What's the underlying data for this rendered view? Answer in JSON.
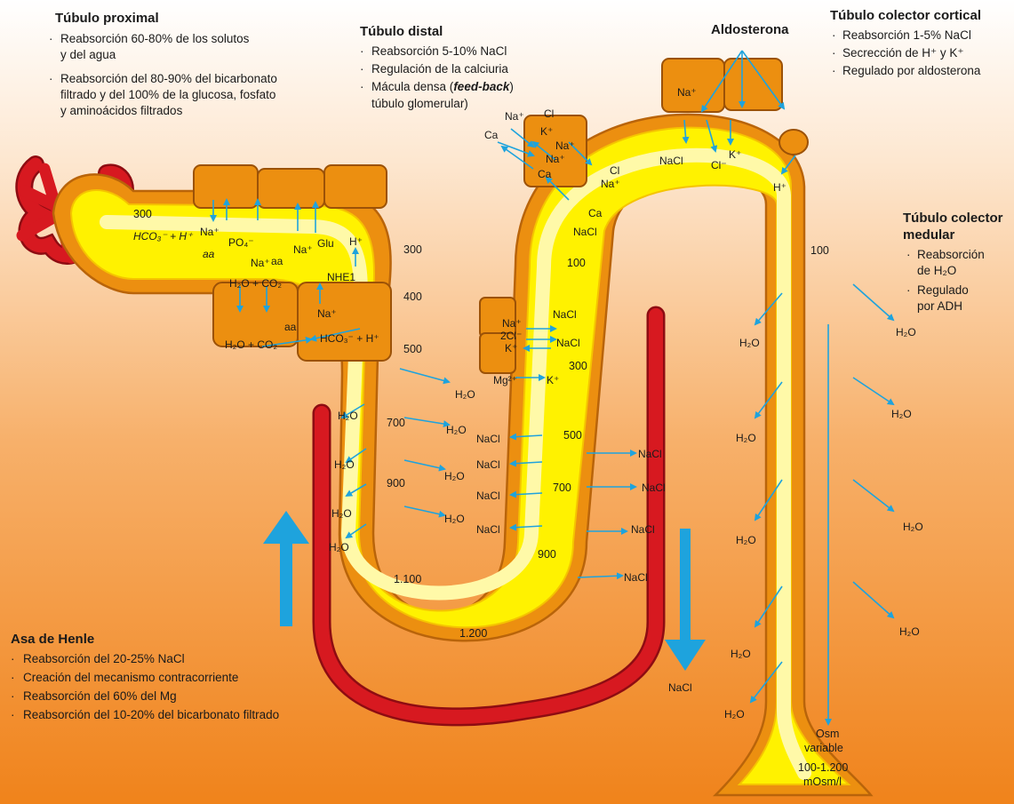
{
  "colors": {
    "tube_fill": "#fff200",
    "tube_border": "#ef8a0c",
    "cells": "#ec8f10",
    "vessel": "#d71920",
    "arrow": "#1ea3dd",
    "bg_bottom": "#f0831b"
  },
  "proximal": {
    "title": "Túbulo proximal",
    "b1a": "Reabsorción 60-80% de los solutos",
    "b1b": "y del agua",
    "b2a": "Reabsorción del 80-90% del bicarbonato",
    "b2b": "filtrado y del 100% de la glucosa, fosfato",
    "b2c": "y aminoácidos filtrados"
  },
  "distal": {
    "title": "Túbulo distal",
    "b1": "Reabsorción 5-10% NaCl",
    "b2": "Regulación de la calciuria",
    "b3_plain": "Mácula densa (",
    "b3_italic": "feed-back",
    "b3b": "túbulo glomerular)"
  },
  "aldosterone": {
    "label": "Aldosterona"
  },
  "cortical": {
    "title": "Túbulo colector cortical",
    "b1": "Reabsorción 1-5% NaCl",
    "b2": "Secrección de H⁺ y K⁺",
    "b3": "Regulado por aldosterona"
  },
  "medullary": {
    "title1": "Túbulo colector",
    "title2": "medular",
    "b1a": "Reabsorción",
    "b1b": "de H₂O",
    "b2a": "Regulado",
    "b2b": "por ADH"
  },
  "henle": {
    "title": "Asa de Henle",
    "b1": "Reabsorción del 20-25% NaCl",
    "b2": "Creación del mecanismo contracorriente",
    "b3": "Reabsorción del 60% del Mg",
    "b4": "Reabsorción del 10-20% del bicarbonato filtrado"
  },
  "osm": {
    "desc": "100",
    "p300": "300",
    "d300": "300",
    "d400": "400",
    "d500": "500",
    "d700": "700",
    "d900": "900",
    "d1100": "1.100",
    "d1200": "1.200",
    "a500": "500",
    "a700": "700",
    "a900": "900",
    "a300": "300",
    "a100": "100",
    "c100": "100",
    "variable1": "Osm",
    "variable2": "variable",
    "variable3": "100-1.200",
    "variable4": "mOsm/l"
  },
  "ions": {
    "na": "Na⁺",
    "po4": "PO₄⁻",
    "glu": "Glu",
    "aa": "aa",
    "hplus": "H⁺",
    "hco3": "HCO₃⁻ + H⁺",
    "h2o_co2": "H₂O + CO₂",
    "nhe1": "NHE1",
    "h2o": "H₂O",
    "nacl": "NaCl",
    "cl": "Cl",
    "clminus": "Cl⁻",
    "ca": "Ca",
    "kplus": "K⁺",
    "twocl": "2Cl⁻",
    "mg": "Mg²⁺"
  }
}
